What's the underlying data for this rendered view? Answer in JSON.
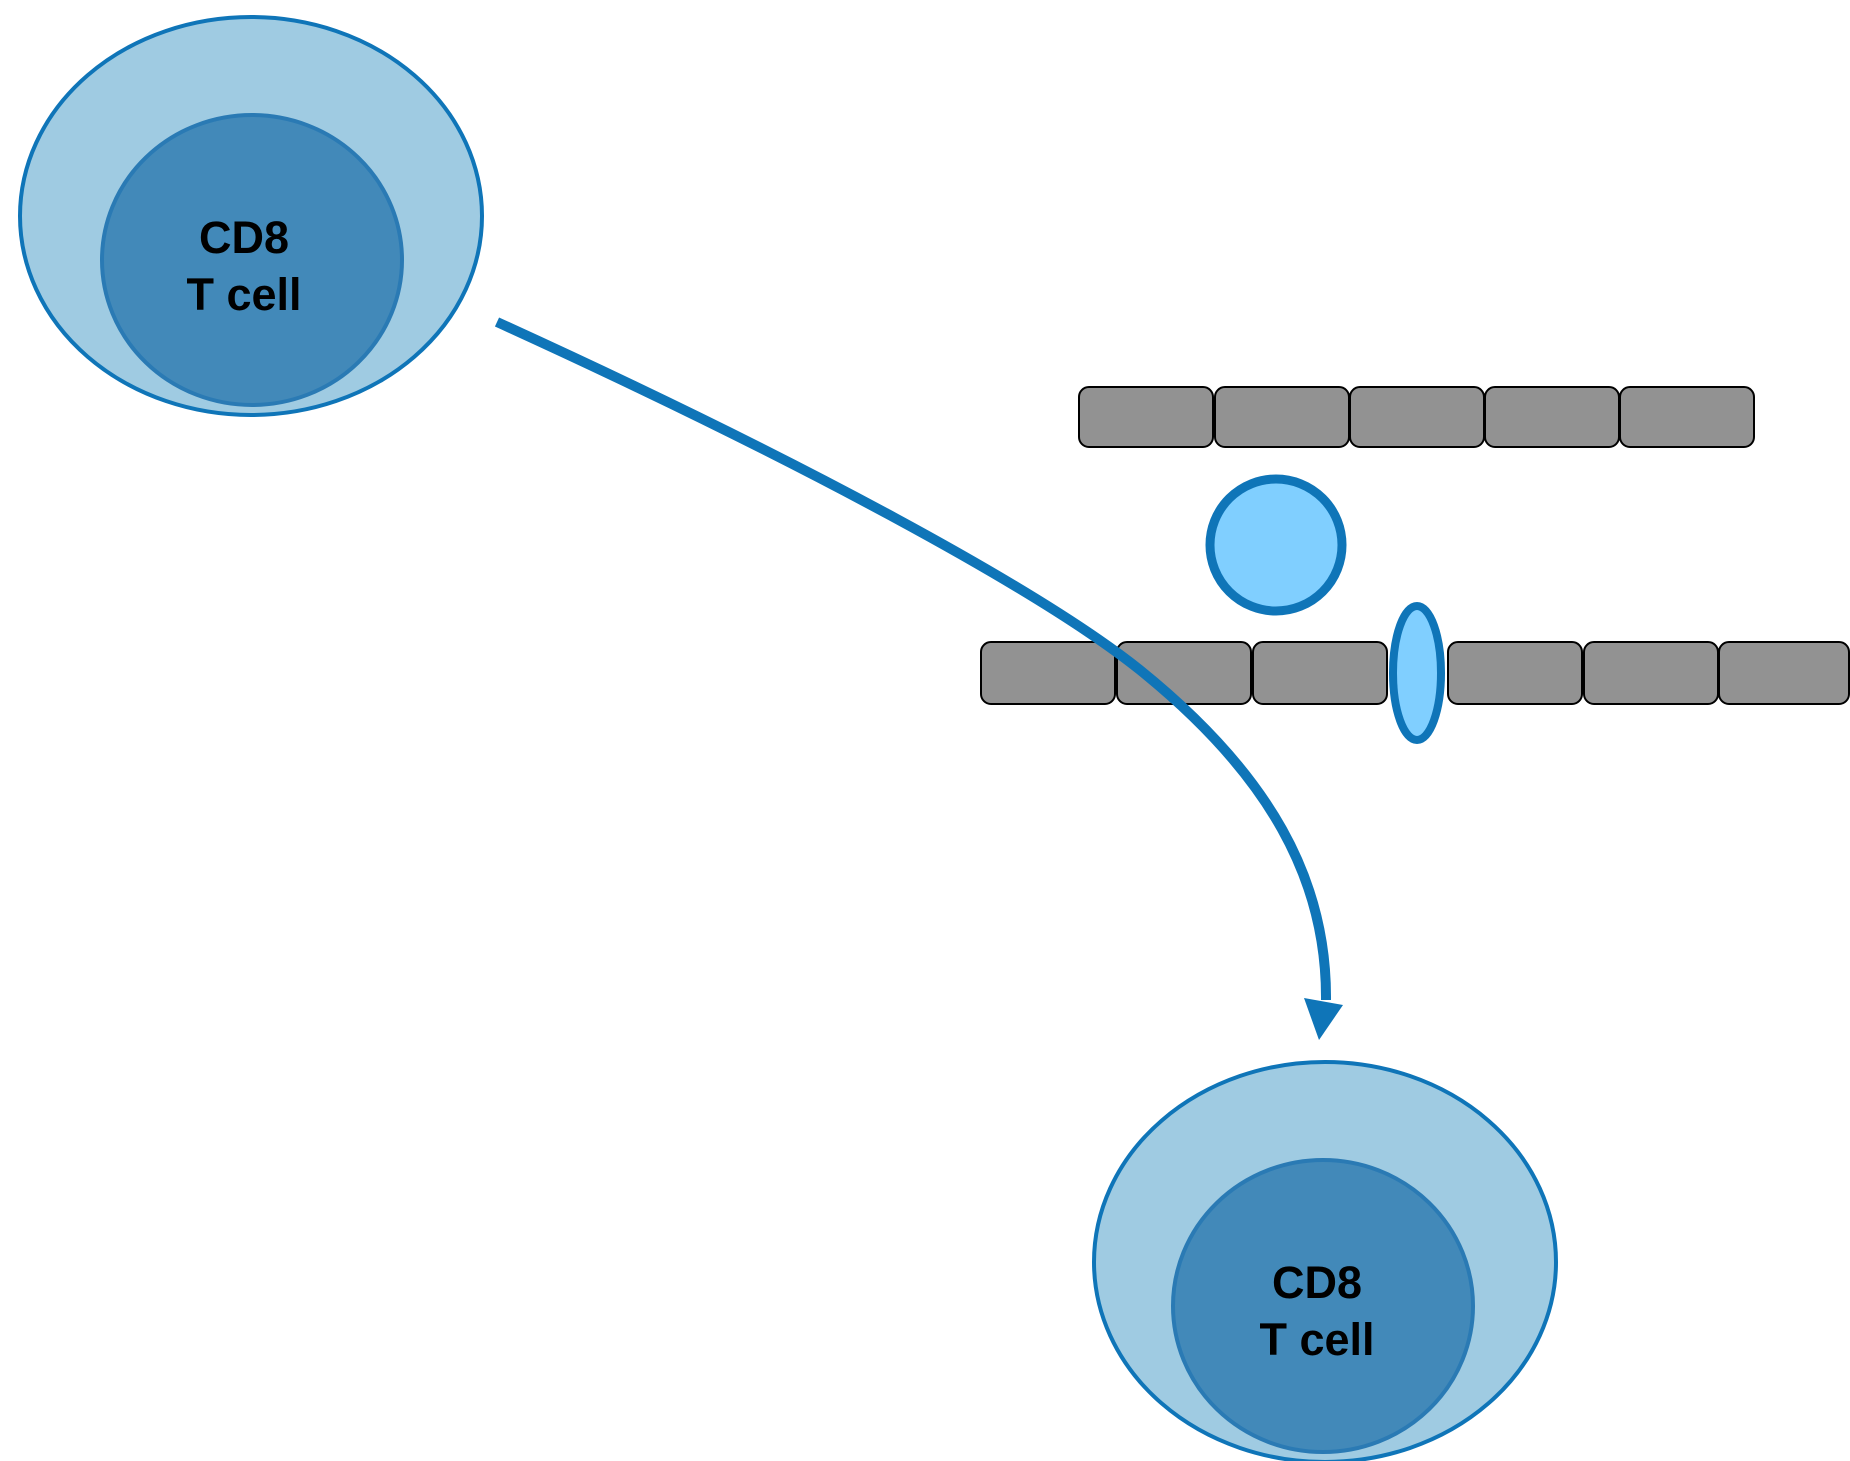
{
  "colors": {
    "cell_outer_fill": "#9fcbe2",
    "cell_stroke": "#0f75b8",
    "nucleus_fill": "#4289b9",
    "nucleus_stroke": "#2a7ab4",
    "arrow": "#0f75b8",
    "tissue_cell_fill": "#929292",
    "tissue_cell_stroke": "#000000",
    "antigen_fill": "#80cfff",
    "antigen_stroke": "#0f75b8"
  },
  "cells": [
    {
      "name": "cd8-t-cell-source",
      "label_line1": "CD8",
      "label_line2": "T cell"
    },
    {
      "name": "cd8-t-cell-target",
      "label_line1": "CD8",
      "label_line2": "T cell"
    }
  ],
  "arrow": {
    "semantic": "migration-arrow",
    "from": "cd8-t-cell-source",
    "to": "cd8-t-cell-target"
  },
  "tissue": {
    "upper_layer_cell_count": 5,
    "lower_layer_cell_count": 6,
    "round_particle_icon": "antigen-circle-icon",
    "channel_icon": "membrane-pore-icon"
  }
}
